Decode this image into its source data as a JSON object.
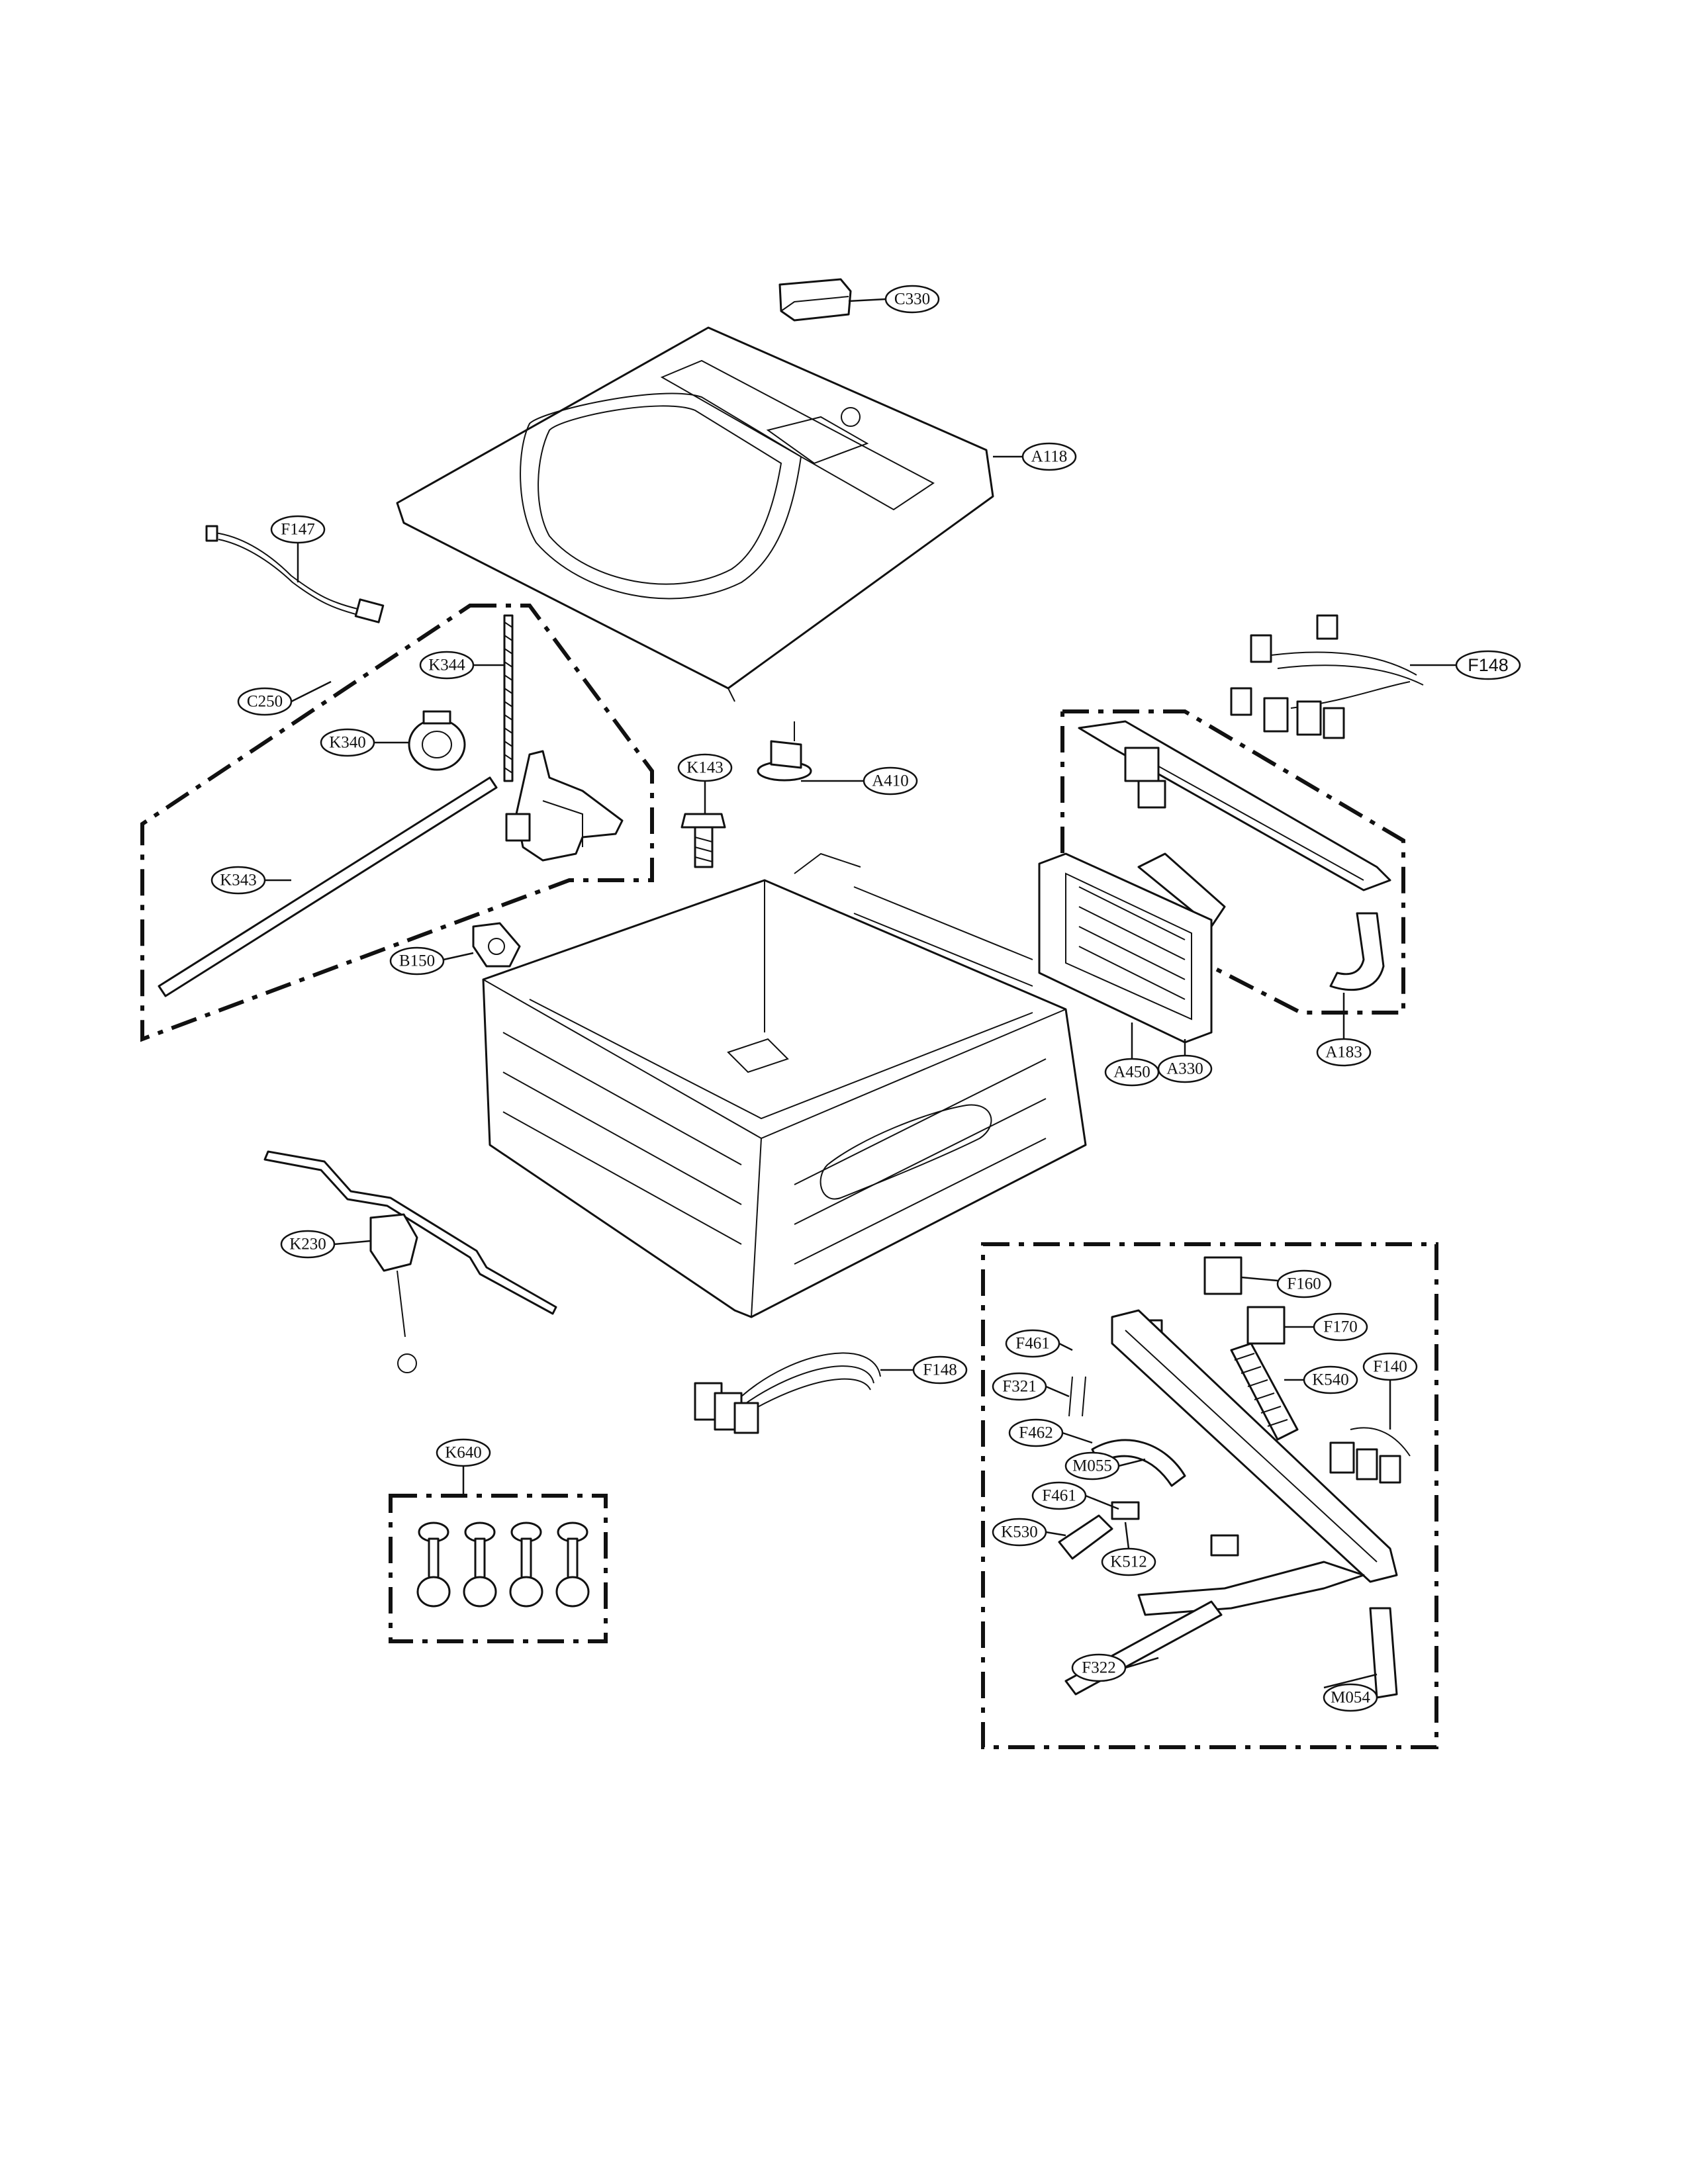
{
  "callouts": [
    {
      "id": "C330",
      "label": "C330"
    },
    {
      "id": "A118",
      "label": "A118"
    },
    {
      "id": "F147",
      "label": "F147"
    },
    {
      "id": "C250",
      "label": "C250"
    },
    {
      "id": "K344",
      "label": "K344"
    },
    {
      "id": "K340",
      "label": "K340"
    },
    {
      "id": "K343",
      "label": "K343"
    },
    {
      "id": "K143",
      "label": "K143"
    },
    {
      "id": "A410",
      "label": "A410"
    },
    {
      "id": "F148_top",
      "label": "F148"
    },
    {
      "id": "B150",
      "label": "B150"
    },
    {
      "id": "A183",
      "label": "A183"
    },
    {
      "id": "A330",
      "label": "A330"
    },
    {
      "id": "A450",
      "label": "A450"
    },
    {
      "id": "K230",
      "label": "K230"
    },
    {
      "id": "F148_mid",
      "label": "F148"
    },
    {
      "id": "F160",
      "label": "F160"
    },
    {
      "id": "F170",
      "label": "F170"
    },
    {
      "id": "F461_a",
      "label": "F461"
    },
    {
      "id": "F321",
      "label": "F321"
    },
    {
      "id": "K540",
      "label": "K540"
    },
    {
      "id": "F140",
      "label": "F140"
    },
    {
      "id": "F462",
      "label": "F462"
    },
    {
      "id": "M055",
      "label": "M055"
    },
    {
      "id": "F461_b",
      "label": "F461"
    },
    {
      "id": "K530",
      "label": "K530"
    },
    {
      "id": "K512",
      "label": "K512"
    },
    {
      "id": "K640",
      "label": "K640"
    },
    {
      "id": "F322",
      "label": "F322"
    },
    {
      "id": "M054",
      "label": "M054"
    }
  ]
}
